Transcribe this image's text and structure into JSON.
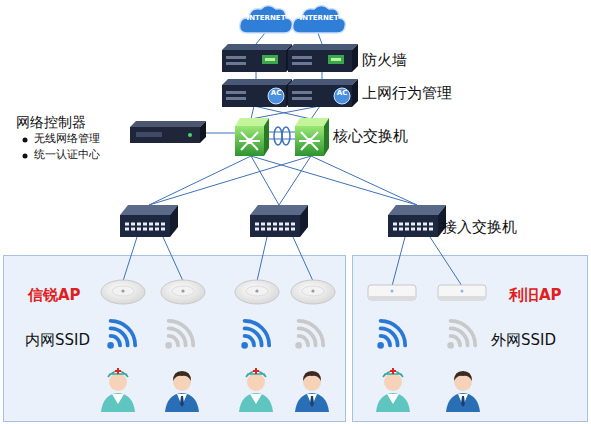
{
  "diagram": {
    "nodes": [
      {
        "text": [
          "INTERNET"
        ]
      },
      {
        "text": [
          "INTERNET"
        ]
      },
      {
        "text": [
          "AC"
        ]
      },
      {
        "text": [
          "AC"
        ]
      },
      {
        "text": [
          "信锐AP",
          "内网SSID"
        ]
      },
      {
        "text": [
          "利旧AP",
          "外网SSID"
        ]
      }
    ],
    "labels": [
      "防火墙",
      "上网行为管理",
      "网络控制器",
      "无线网络管理",
      "统一认证中心",
      "核心交换机",
      "接入交换机"
    ]
  }
}
